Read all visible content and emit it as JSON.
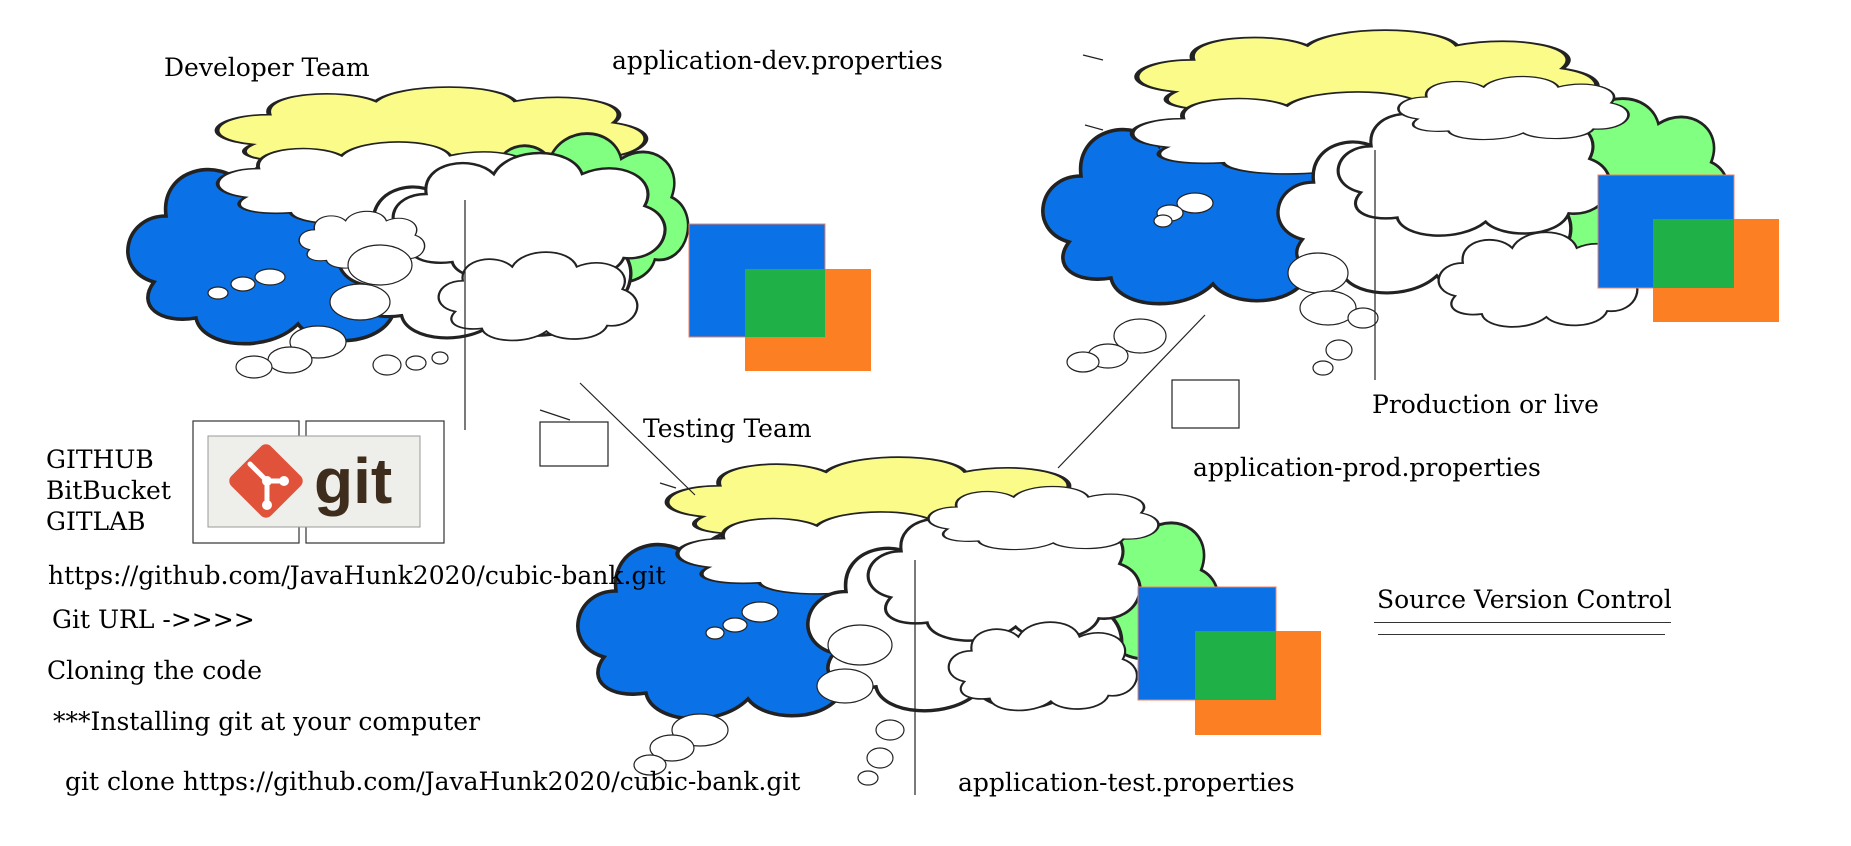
{
  "teams": {
    "developer": {
      "title": "Developer Team",
      "properties_file": "application-dev.properties"
    },
    "testing": {
      "title": "Testing Team",
      "properties_file": "application-test.properties"
    },
    "production": {
      "title": "Production or live",
      "properties_file": "application-prod.properties"
    }
  },
  "repo_hosts": [
    "GITHUB",
    "BitBucket",
    "GITLAB"
  ],
  "git_logo": {
    "wordmark": "git",
    "color": "#e0523a"
  },
  "repo_url": "https://github.com/JavaHunk2020/cubic-bank.git",
  "notes": {
    "git_url": "Git URL  ->>>>",
    "cloning": "Cloning the code",
    "installing": "***Installing git at your computer",
    "clone_command": "git   clone   https://github.com/JavaHunk2020/cubic-bank.git"
  },
  "source_version_control": "Source Version Control",
  "colors": {
    "yellow": "#fbfb8a",
    "blue": "#0a72e6",
    "green": "#80ff80",
    "orange": "#fd7f24",
    "dark_green": "#20b048"
  }
}
